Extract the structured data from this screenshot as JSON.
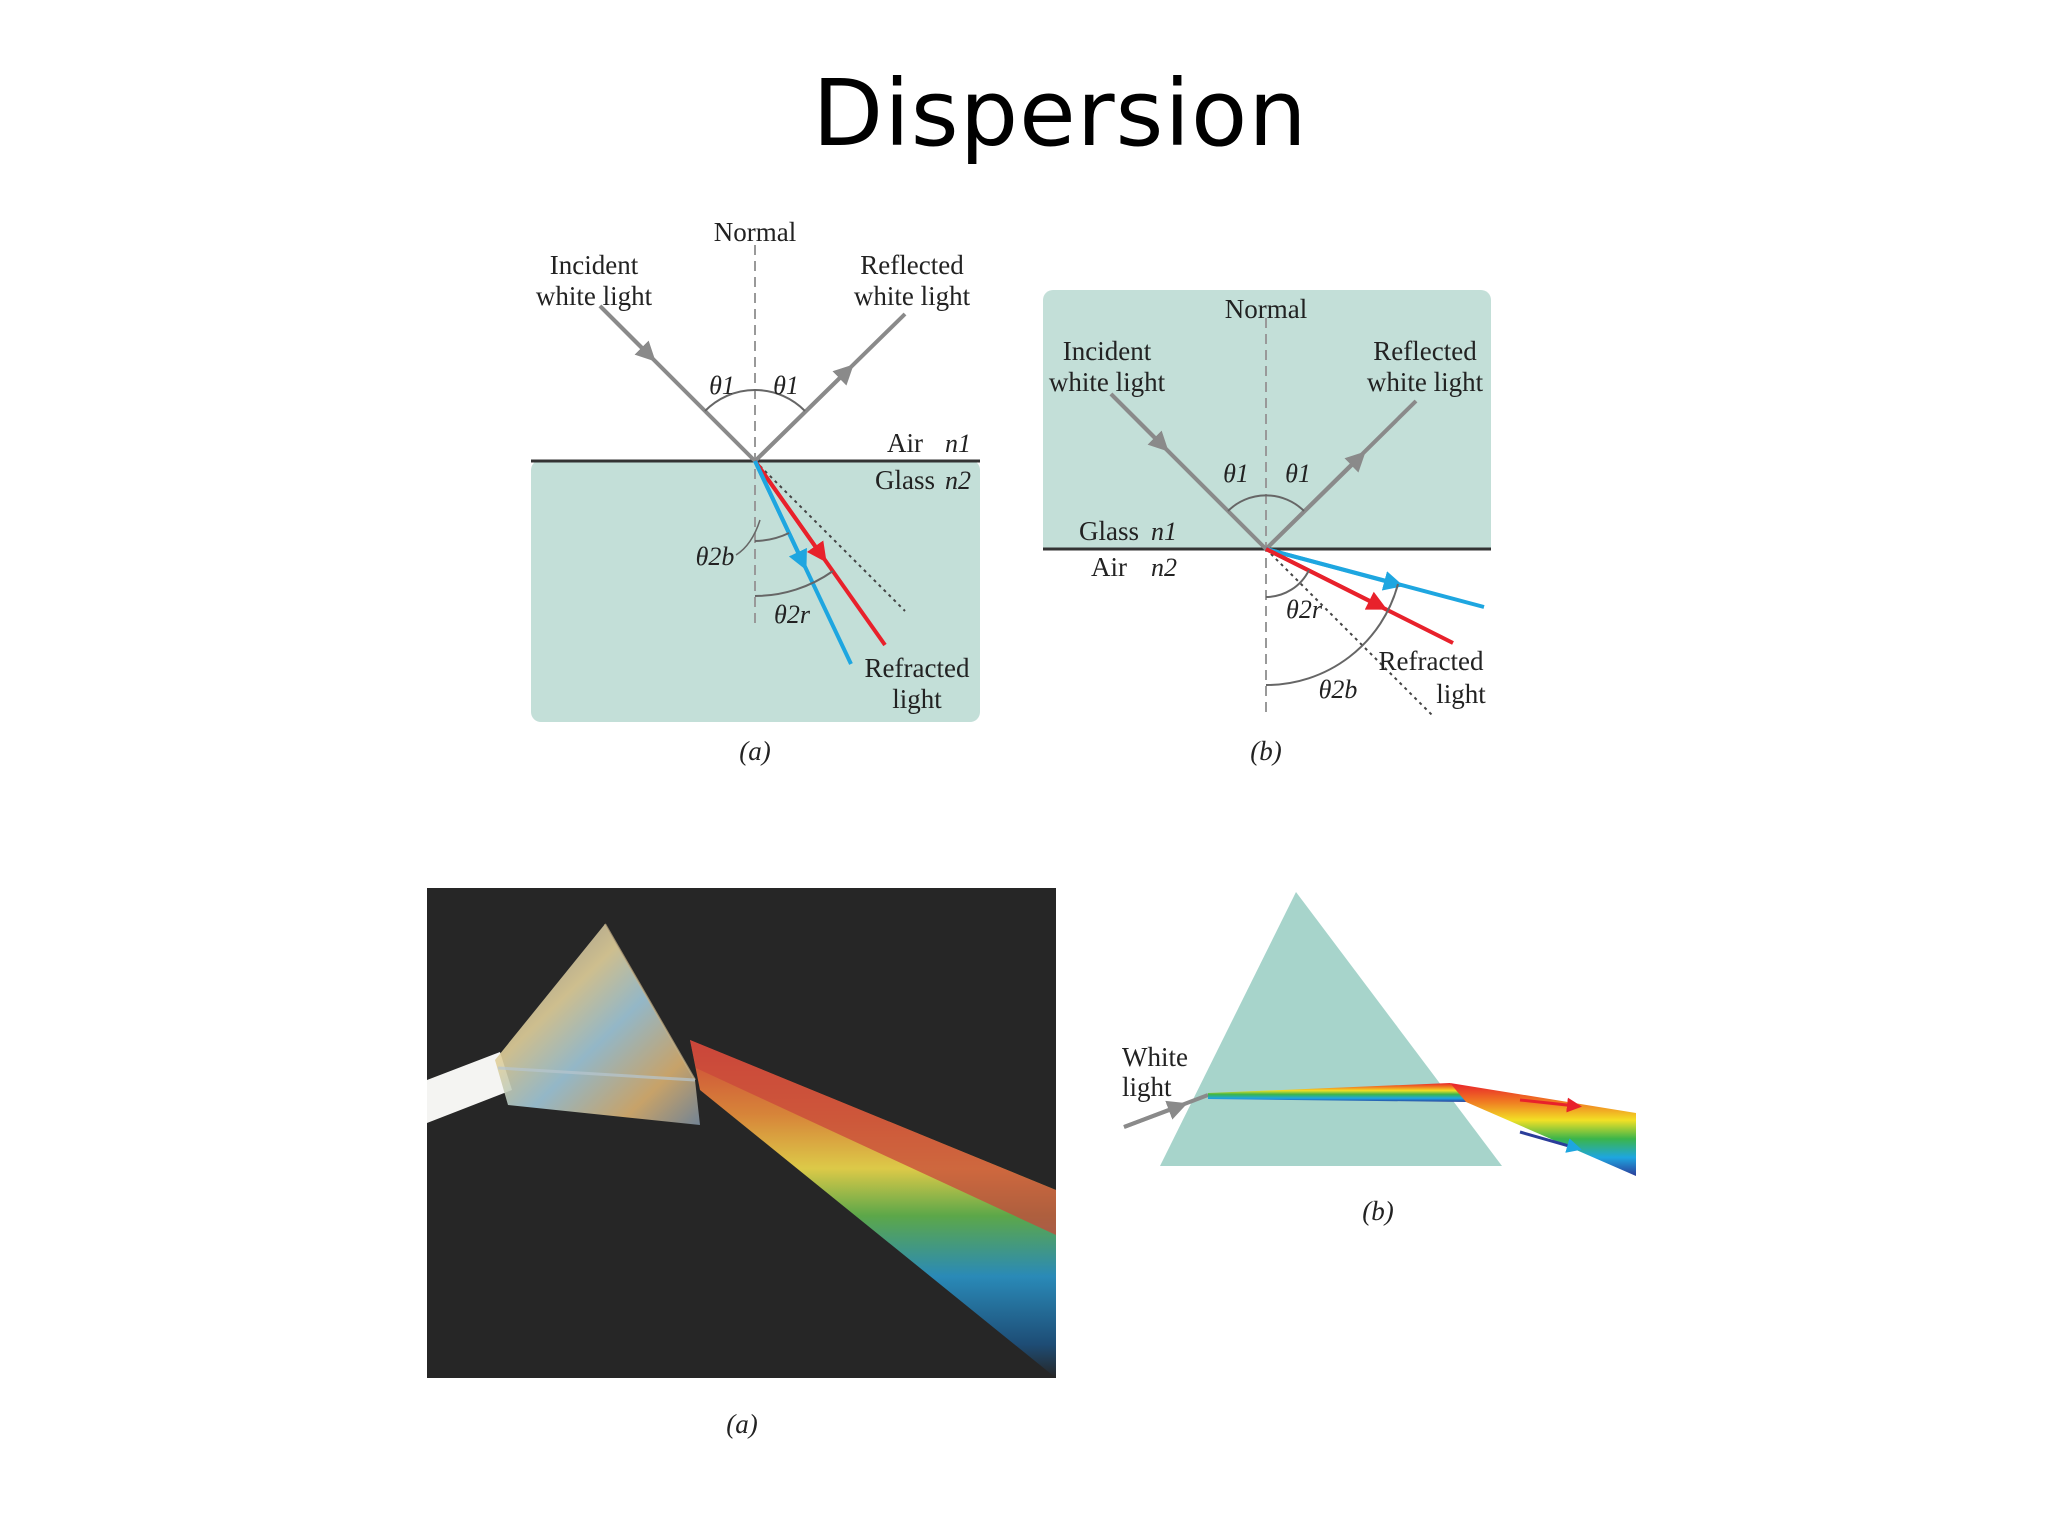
{
  "slide": {
    "title": "Dispersion"
  },
  "diagram_a": {
    "normal": "Normal",
    "incident_line1": "Incident",
    "incident_line2": "white light",
    "reflected_line1": "Reflected",
    "reflected_line2": "white light",
    "theta1_left": "θ1",
    "theta1_right": "θ1",
    "medium_top": "Air",
    "index_top": "n1",
    "medium_bottom": "Glass",
    "index_bottom": "n2",
    "theta2b": "θ2b",
    "theta2r": "θ2r",
    "refracted_line1": "Refracted",
    "refracted_line2": "light",
    "caption": "(a)"
  },
  "diagram_b": {
    "normal": "Normal",
    "incident_line1": "Incident",
    "incident_line2": "white light",
    "reflected_line1": "Reflected",
    "reflected_line2": "white light",
    "theta1_left": "θ1",
    "theta1_right": "θ1",
    "medium_top": "Glass",
    "index_top": "n1",
    "medium_bottom": "Air",
    "index_bottom": "n2",
    "theta2r": "θ2r",
    "theta2b": "θ2b",
    "refracted_line1": "Refracted",
    "refracted_line2": "light",
    "caption": "(b)"
  },
  "photo": {
    "caption": "(a)"
  },
  "prism_diagram": {
    "input_line1": "White",
    "input_line2": "light",
    "caption": "(b)"
  },
  "colors": {
    "glass": "#c3dfd8",
    "red_ray": "#e8212b",
    "blue_ray": "#1ea6e0",
    "ray_gray": "#8a8a8a",
    "photo_bg": "#262626"
  }
}
